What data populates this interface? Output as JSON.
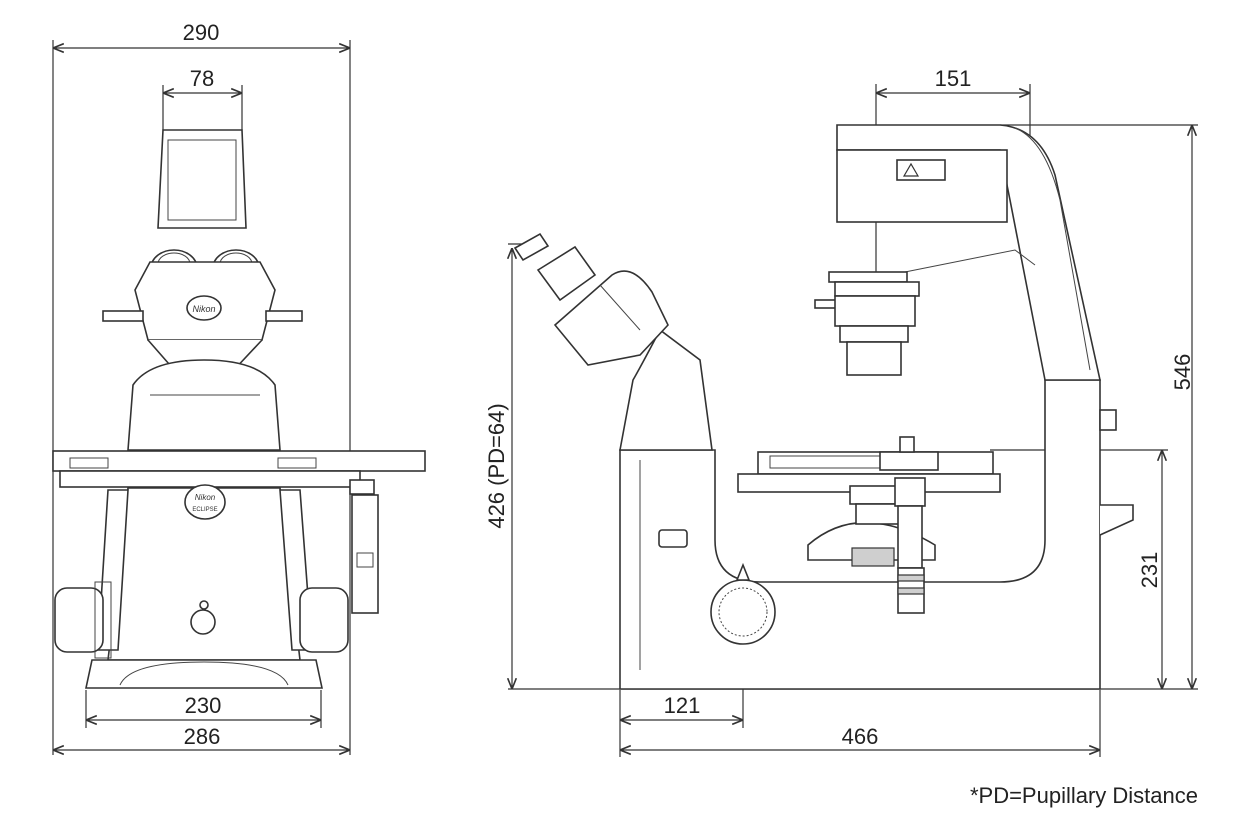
{
  "front_view": {
    "dims": {
      "width_top": "290",
      "eyepiece_width": "78",
      "base_inner": "230",
      "base_outer": "286"
    },
    "logo": {
      "brand": "Nikon",
      "model": "ECLIPSE"
    }
  },
  "side_view": {
    "dims": {
      "depth_illuminator": "151",
      "height_total": "546",
      "eyepiece_height": "426 (PD=64)",
      "stage_height": "231",
      "knob_offset": "121",
      "depth_total": "466"
    }
  },
  "footnote": "*PD=Pupillary Distance",
  "colors": {
    "line": "#333333",
    "background": "#ffffff"
  }
}
